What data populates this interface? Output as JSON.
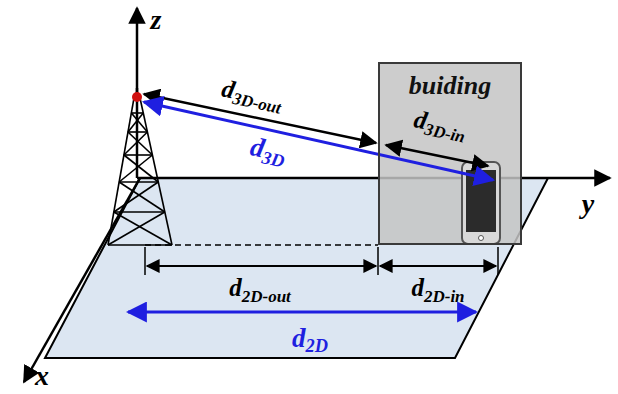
{
  "diagram": {
    "nodes": [
      {
        "text": [
          "buiding"
        ]
      }
    ],
    "labels": [
      "z",
      "y",
      "x",
      "d3D-out",
      "d3D-in",
      "d3D",
      "d2D-out",
      "d2D-in",
      "d2D"
    ]
  }
}
